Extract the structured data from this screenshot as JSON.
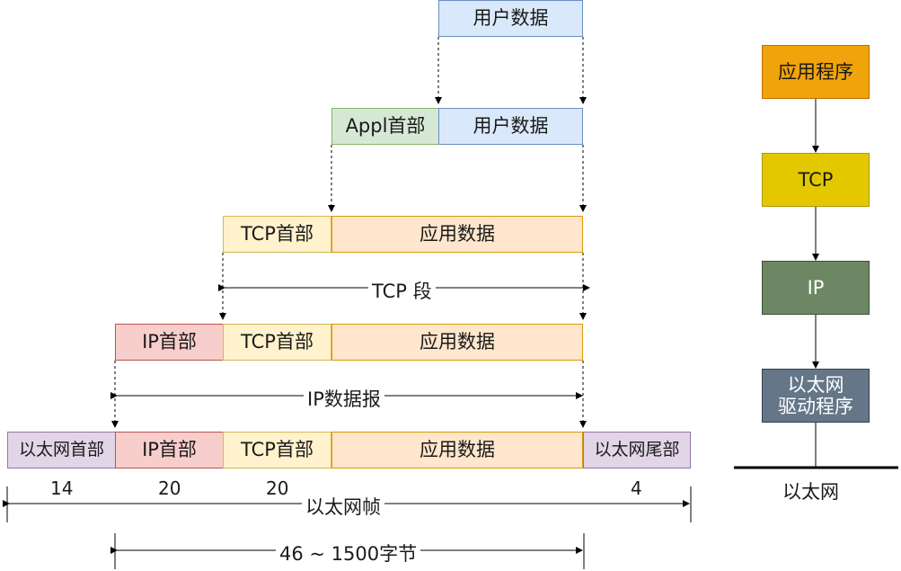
{
  "layers": {
    "user_data_label": "用户数据",
    "appl_header": "Appl首部",
    "tcp_header": "TCP首部",
    "app_data": "应用数据",
    "ip_header": "IP首部",
    "eth_header": "以太网首部",
    "eth_trailer": "以太网尾部"
  },
  "spans": {
    "tcp_segment": "TCP 段",
    "ip_datagram": "IP数据报",
    "eth_frame": "以太网帧",
    "payload_range": "46 ~ 1500字节"
  },
  "sizes": {
    "eth_header": "14",
    "ip_header": "20",
    "tcp_header": "20",
    "eth_trailer": "4"
  },
  "stack": {
    "app": "应用程序",
    "tcp": "TCP",
    "ip": "IP",
    "driver": "以太网\n驱动程序",
    "medium": "以太网"
  },
  "colors": {
    "app": "#f0a30a",
    "tcp": "#e3c800",
    "ip": "#6d8764",
    "driver": "#647687"
  }
}
